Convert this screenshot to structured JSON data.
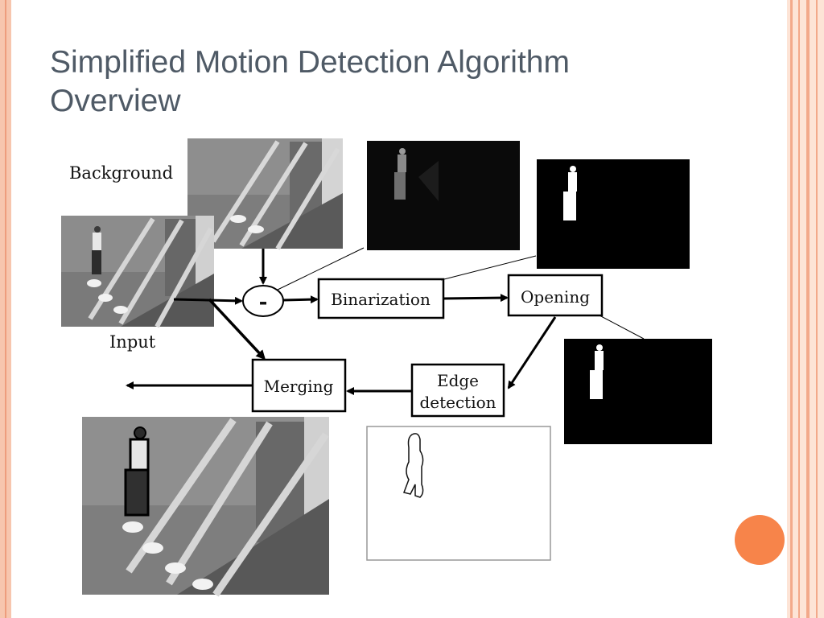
{
  "slide": {
    "title_line1": "Simplified Motion Detection Algorithm",
    "title_line2": "Overview"
  },
  "diagram": {
    "labels": {
      "background": "Background",
      "input": "Input",
      "subtract": "-",
      "binarization": "Binarization",
      "opening": "Opening",
      "edge_line1": "Edge",
      "edge_line2": "detection",
      "merging": "Merging"
    }
  },
  "colors": {
    "title": "#4f5a66",
    "frame": "#f7c6ae",
    "accent": "#f7844a"
  }
}
